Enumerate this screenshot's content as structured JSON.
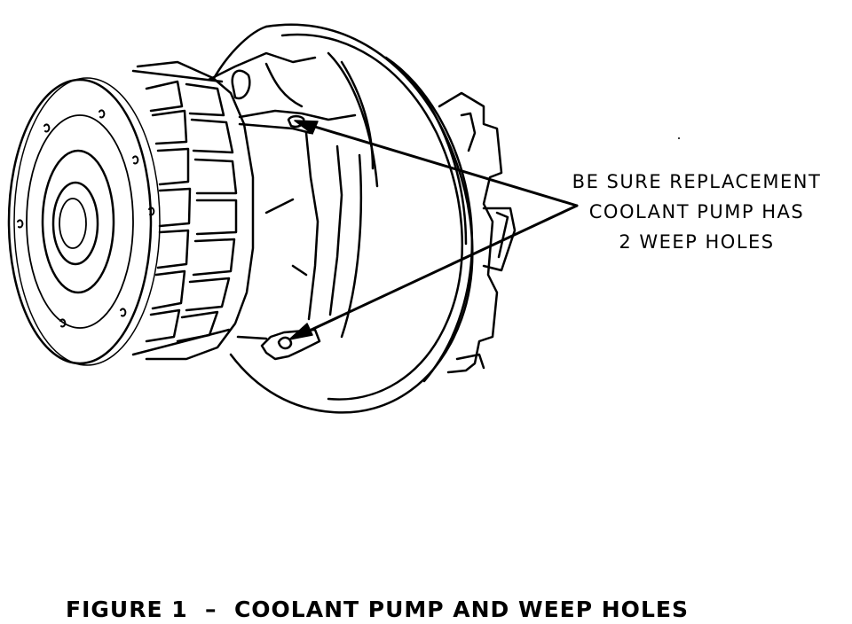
{
  "callout": {
    "lines": [
      "BE SURE REPLACEMENT",
      "COOLANT PUMP HAS",
      "2 WEEP HOLES"
    ]
  },
  "caption": "FIGURE 1  –  COOLANT PUMP AND WEEP HOLES",
  "colors": {
    "line": "#000000",
    "background": "#ffffff"
  }
}
